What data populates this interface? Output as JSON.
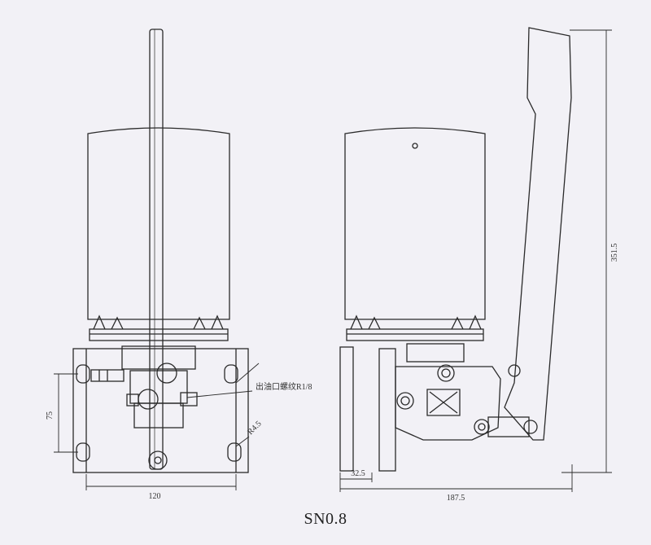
{
  "diagram": {
    "model_label": "SN0.8",
    "front_view": {
      "outlet_label": "出油口螺纹R1/8",
      "mount_hole_label": "R4.5",
      "width_dim": "120",
      "hole_spacing_dim": "75"
    },
    "side_view": {
      "outlet_offset_dim": "32.5",
      "depth_dim": "187.5",
      "height_dim": "351.5"
    },
    "colors": {
      "line": "#2a2a2a",
      "background": "#f2f1f6"
    }
  }
}
